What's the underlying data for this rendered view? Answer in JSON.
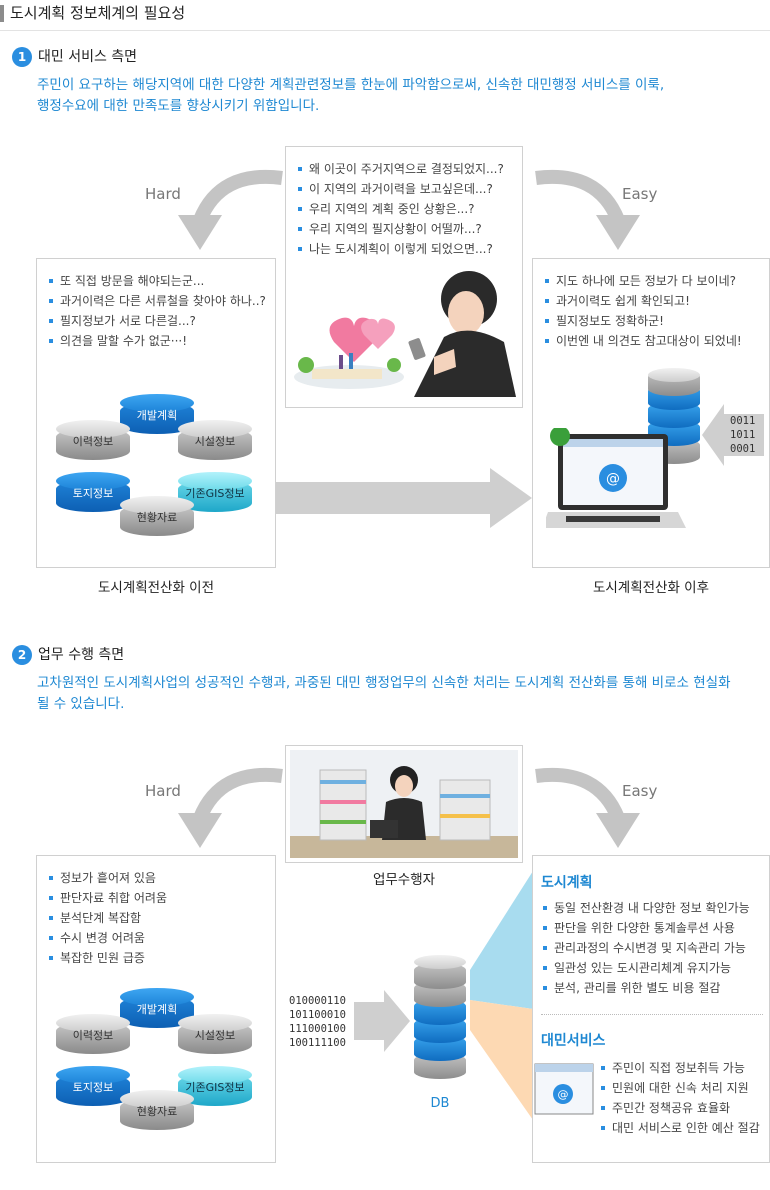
{
  "page_title": "도시계획 정보체계의 필요성",
  "section1": {
    "number": "1",
    "title": "대민 서비스 측면",
    "desc_line1": "주민이 요구하는 해당지역에 대한 다양한 계획관련정보를 한눈에 파악함으로써, 신속한 대민행정 서비스를 이룩,",
    "desc_line2": "행정수요에 대한 만족도를 향상시키기 위함입니다.",
    "hard": "Hard",
    "easy": "Easy",
    "center_bullets": [
      "왜 이곳이 주거지역으로 결정되었지...?",
      "이 지역의 과거이력을 보고싶은데...?",
      "우리 지역의 계획 중인 상황은...?",
      "우리 지역의 필지상황이 어떨까...?",
      "나는 도시계획이 이렇게 되었으면...?"
    ],
    "left_bullets": [
      "또 직접 방문을 해야되는군...",
      "과거이력은 다른 서류철을 찾아야 하나..?",
      "필지정보가 서로 다른걸...?",
      "의견을 말할 수가 없군···!"
    ],
    "right_bullets": [
      "지도 하나에 모든 정보가 다 보이네?",
      "과거이력도 쉽게 확인되고!",
      "필지정보도 정확하군!",
      "이번엔 내 의견도 참고대상이 되었네!"
    ],
    "discs": {
      "dev": "개발계획",
      "history": "이력정보",
      "facility": "시설정보",
      "land": "토지정보",
      "gis": "기존GIS정보",
      "status": "현황자료"
    },
    "binary": [
      "0011",
      "1011",
      "0001"
    ],
    "caption_before": "도시계획전산화 이전",
    "caption_after": "도시계획전산화 이후"
  },
  "section2": {
    "number": "2",
    "title": "업무 수행 측면",
    "desc_line1": "고차원적인 도시계획사업의 성공적인 수행과, 과중된 대민 행정업무의 신속한 처리는 도시계획 전산화를 통해 비로소 현실화",
    "desc_line2": "될 수 있습니다.",
    "hard": "Hard",
    "easy": "Easy",
    "worker_caption": "업무수행자",
    "left_bullets": [
      "정보가 흩어져 있음",
      "판단자료 취합 어려움",
      "분석단계 복잡함",
      "수시 변경 어려움",
      "복잡한 민원 급증"
    ],
    "discs": {
      "dev": "개발계획",
      "history": "이력정보",
      "facility": "시설정보",
      "land": "토지정보",
      "gis": "기존GIS정보",
      "status": "현황자료"
    },
    "binary": [
      "010000110",
      "101100010",
      "111000100",
      "100111100"
    ],
    "db_label": "DB",
    "urban_title": "도시계획",
    "urban_bullets": [
      "동일 전산환경 내 다양한 정보 확인가능",
      "판단을 위한 다양한 통계솔루션 사용",
      "관리과정의 수시변경 및 지속관리 가능",
      "일관성 있는 도시관리체계 유지가능",
      "분석, 관리를 위한 별도 비용 절감"
    ],
    "civil_title": "대민서비스",
    "civil_bullets": [
      "주민이 직접 정보취득 가능",
      "민원에 대한 신속 처리 지원",
      "주민간 정책공유 효율화",
      "대민 서비스로 인한 예산 절감"
    ]
  }
}
